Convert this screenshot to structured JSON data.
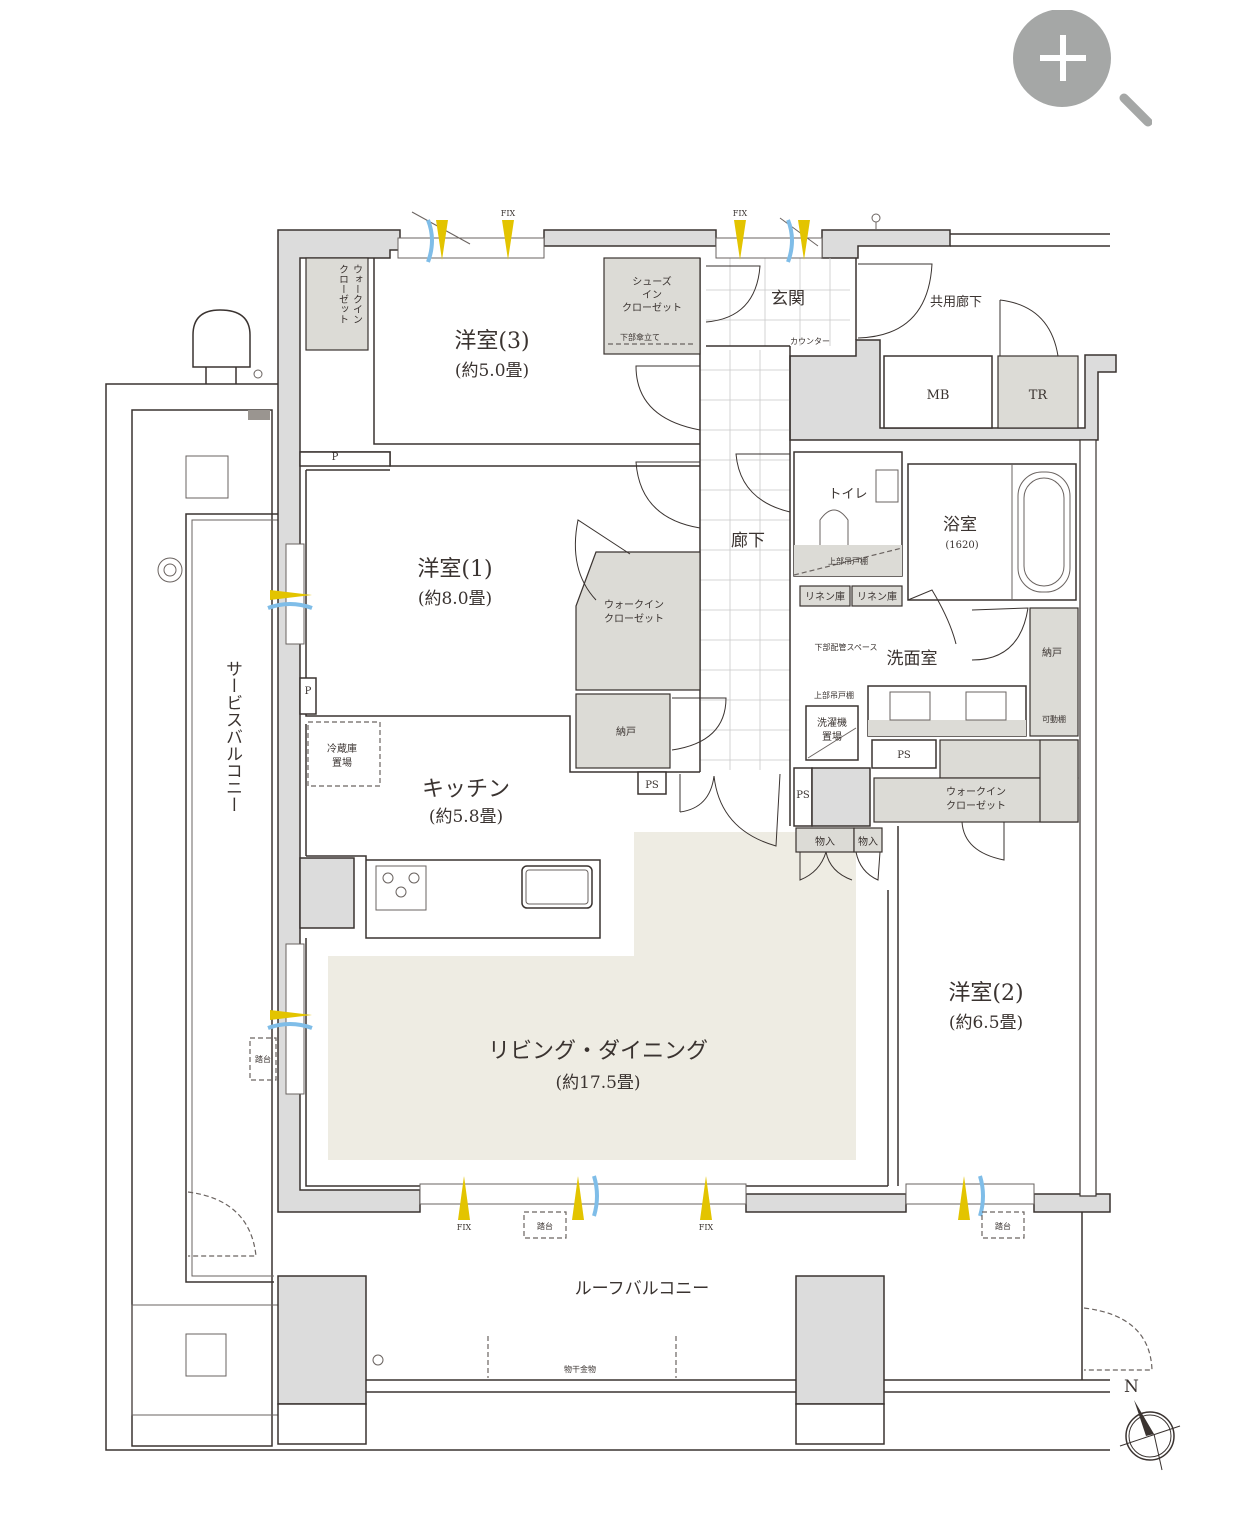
{
  "zoom_control": {
    "icon": "zoom-in-magnifier-icon",
    "color": "#a5a7a6"
  },
  "rooms": {
    "western3": {
      "name": "洋室(3)",
      "size": "(約5.0畳)"
    },
    "western1": {
      "name": "洋室(1)",
      "size": "(約8.0畳)"
    },
    "western2": {
      "name": "洋室(2)",
      "size": "(約6.5畳)"
    },
    "kitchen": {
      "name": "キッチン",
      "size": "(約5.8畳)"
    },
    "living": {
      "name": "リビング・ダイニング",
      "size": "(約17.5畳)"
    },
    "entrance": {
      "name": "玄関"
    },
    "corridor": {
      "name": "廊下"
    },
    "shared_corridor": {
      "name": "共用廊下"
    },
    "toilet": {
      "name": "トイレ"
    },
    "bath": {
      "name": "浴室",
      "size": "(1620)"
    },
    "washroom": {
      "name": "洗面室"
    },
    "service_balcony": {
      "name": "サービスバルコニー"
    },
    "roof_balcony": {
      "name": "ルーフバルコニー"
    }
  },
  "labels": {
    "wic_vertical": [
      "ウォークイン",
      "クローゼット"
    ],
    "shoes_in_closet": [
      "シューズ",
      "イン",
      "クローゼット"
    ],
    "umbrella": "下部傘立て",
    "counter": "カウンター",
    "mb": "MB",
    "tr": "TR",
    "p": "P",
    "ps": "PS",
    "wic1": [
      "ウォークイン",
      "クローゼット"
    ],
    "wic2": [
      "ウォークイン",
      "クローゼット"
    ],
    "storage": "納戸",
    "fridge": [
      "冷蔵庫",
      "置場"
    ],
    "upper_cabinet_toilet": "上部吊戸棚",
    "linen1": "リネン庫",
    "linen2": "リネン庫",
    "lower_pipe_space": "下部配管スペース",
    "upper_cabinet": "上部吊戸棚",
    "washer": [
      "洗濯機",
      "置場"
    ],
    "movable_shelf": "可動棚",
    "closet1": "物入",
    "closet2": "物入",
    "step": "踏台",
    "fix": "FIX",
    "laundry_hardware": "物干金物",
    "north": "N"
  },
  "colors": {
    "wall": "#dcdcdc",
    "storage_fill": "#dcdbd6",
    "living_fill": "#eeece3",
    "window_marker": "#e3c400",
    "ventilation": "#7fbde8",
    "line": "#3a3330"
  }
}
